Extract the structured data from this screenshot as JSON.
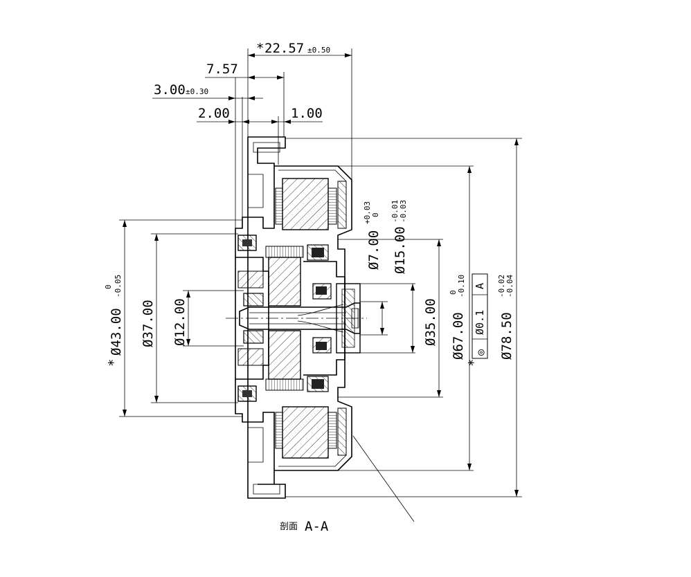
{
  "dimensions": {
    "overall_width": {
      "mark": "*",
      "value": "22.57",
      "tol": "±0.50"
    },
    "d_757": {
      "value": "7.57"
    },
    "d_300": {
      "value": "3.00",
      "tol": "±0.30"
    },
    "d_200": {
      "value": "2.00"
    },
    "d_100": {
      "value": "1.00"
    },
    "dia_43": {
      "mark": "*",
      "value": "Ø43.00",
      "tol_upper": "0",
      "tol_lower": "-0.05"
    },
    "dia_37": {
      "value": "Ø37.00"
    },
    "dia_12": {
      "value": "Ø12.00"
    },
    "dia_7": {
      "value": "Ø7.00",
      "tol_upper": "+0.03",
      "tol_lower": "0"
    },
    "dia_15": {
      "value": "Ø15.00",
      "tol_upper": "-0.01",
      "tol_lower": "-0.03"
    },
    "dia_35": {
      "value": "Ø35.00"
    },
    "dia_67": {
      "value": "Ø67.00",
      "tol_upper": "0",
      "tol_lower": "-0.10"
    },
    "dia_785": {
      "value": "Ø78.50",
      "tol_upper": "-0.02",
      "tol_lower": "-0.04"
    }
  },
  "feature_control": {
    "mark": "*",
    "symbol": "◎",
    "tolerance": "Ø0.1",
    "datum": "A"
  },
  "section_label": {
    "prefix": "剖面",
    "name": "A-A"
  }
}
